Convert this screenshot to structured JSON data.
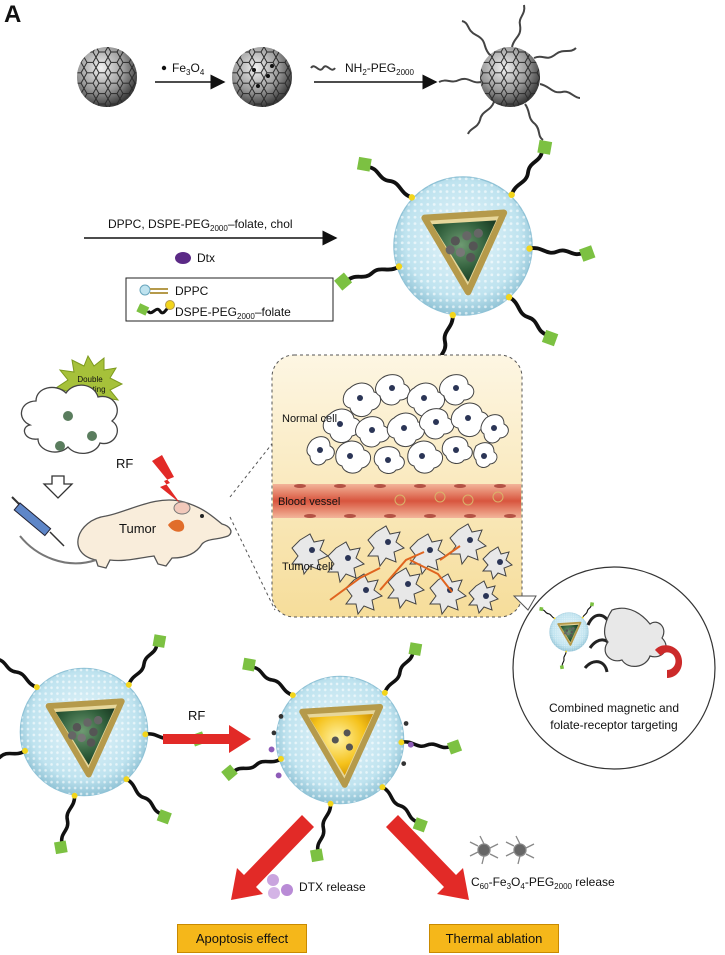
{
  "panel_label": "A",
  "step1": {
    "reagent": "Fe",
    "reagent_sub": "3",
    "reagent_tail": "O",
    "reagent_sub2": "4"
  },
  "step2": {
    "reagent": "NH",
    "reagent_sub": "2",
    "reagent_tail": "-PEG",
    "reagent_sub2": "2000"
  },
  "step3": {
    "reagents_a": "DPPC, DSPE-PEG",
    "reagents_sub": "2000",
    "reagents_b": "–folate, chol",
    "drug": "Dtx"
  },
  "legend": {
    "item1": "DPPC",
    "item2_a": "DSPE-PEG",
    "item2_sub": "2000",
    "item2_b": "–folate"
  },
  "in_vivo": {
    "burst_line1": "Double",
    "burst_line2": "targeting",
    "rf": "RF",
    "tumor": "Tumor"
  },
  "zoom": {
    "normal_cell": "Normal cell",
    "blood_vessel": "Blood vessel",
    "tumor_cell": "Tumor cell"
  },
  "targeting": {
    "line1": "Combined magnetic and",
    "line2": "folate-receptor targeting"
  },
  "release": {
    "rf": "RF",
    "dtx_release": "DTX release",
    "c60_a": "C",
    "c60_sub1": "60",
    "c60_b": "-Fe",
    "c60_sub2": "3",
    "c60_c": "O",
    "c60_sub3": "4",
    "c60_d": "-PEG",
    "c60_sub4": "2000",
    "c60_e": " release"
  },
  "outcomes": {
    "apoptosis": "Apoptosis effect",
    "thermal": "Thermal ablation"
  },
  "colors": {
    "arrow_red": "#e22a27",
    "box_fill": "#f5b71a",
    "liposome": "#bfe3ef",
    "core_green": "#2f5d3a",
    "folate_green": "#7cc142",
    "dtx_purple": "#5b2a86",
    "burst_green": "#a6c13a",
    "vessel_red": "#d8553e",
    "zoom_bg": "#f9e7b8"
  }
}
